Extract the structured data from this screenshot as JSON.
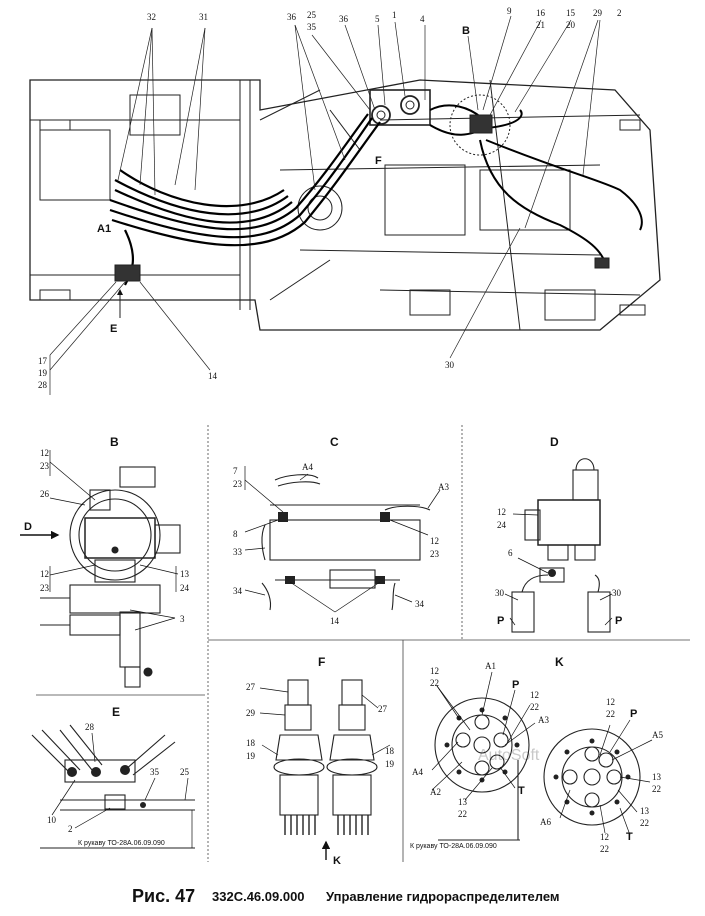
{
  "caption": {
    "fig_label": "Рис. 47",
    "fig_code": "332С.46.09.000",
    "fig_title": "Управление гидрораспределителем"
  },
  "main_view": {
    "top_labels": [
      "32",
      "31",
      "36",
      "25",
      "35",
      "36",
      "5",
      "1",
      "4",
      "В",
      "9",
      "16",
      "21",
      "15",
      "20",
      "29",
      "2"
    ],
    "other_labels": [
      "А1",
      "F",
      "Е",
      "17",
      "19",
      "28",
      "14",
      "30"
    ]
  },
  "panels": {
    "B": {
      "title": "B",
      "labels": [
        "12",
        "23",
        "26",
        "D",
        "12",
        "23",
        "13",
        "24",
        "3"
      ]
    },
    "C": {
      "title": "C",
      "labels": [
        "7",
        "23",
        "А4",
        "А3",
        "8",
        "33",
        "12",
        "23",
        "34",
        "14",
        "34"
      ]
    },
    "D": {
      "title": "D",
      "labels": [
        "12",
        "24",
        "6",
        "30",
        "30",
        "Р",
        "Р"
      ]
    },
    "E": {
      "title": "E",
      "labels": [
        "28",
        "35",
        "25",
        "10",
        "2"
      ],
      "note": "К рукаву ТО-28А.06.09.090"
    },
    "F": {
      "title": "F",
      "labels": [
        "27",
        "27",
        "29",
        "18",
        "19",
        "18",
        "19",
        "K"
      ]
    },
    "K": {
      "title": "K",
      "labels": [
        "12",
        "22",
        "А1",
        "Р",
        "12",
        "22",
        "А3",
        "А4",
        "А2",
        "13",
        "22",
        "Т",
        "12",
        "22",
        "Р",
        "А5",
        "13",
        "22",
        "А6",
        "13",
        "22",
        "12",
        "22",
        "Т"
      ],
      "note": "К рукаву ТО-28А.06.09.090"
    }
  },
  "watermark": "AutoSoft"
}
